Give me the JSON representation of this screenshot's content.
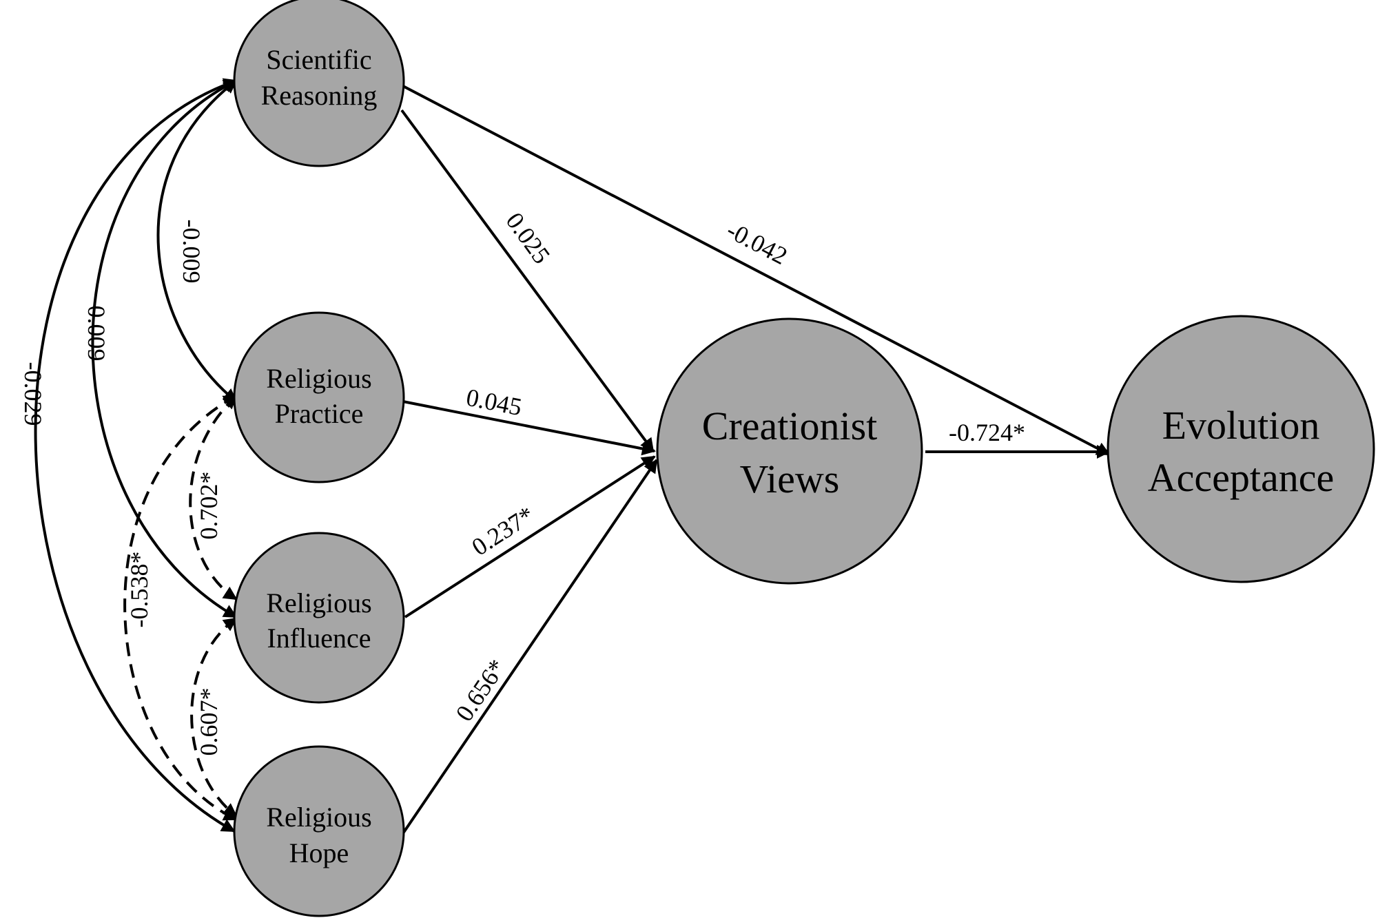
{
  "nodes": {
    "scientific_reasoning": {
      "line1": "Scientific",
      "line2": "Reasoning"
    },
    "religious_practice": {
      "line1": "Religious",
      "line2": "Practice"
    },
    "religious_influence": {
      "line1": "Religious",
      "line2": "Influence"
    },
    "religious_hope": {
      "line1": "Religious",
      "line2": "Hope"
    },
    "creationist_views": {
      "line1": "Creationist",
      "line2": "Views"
    },
    "evolution_acceptance": {
      "line1": "Evolution",
      "line2": "Acceptance"
    }
  },
  "paths": {
    "sr_to_cv": "0.025",
    "sr_to_ea": "-0.042",
    "rp_to_cv": "0.045",
    "ri_to_cv": "0.237*",
    "rh_to_cv": "0.656*",
    "cv_to_ea": "-0.724*"
  },
  "correlations": {
    "sr_rp": "-0.009",
    "sr_ri": "0.009",
    "sr_rh": "-0.029",
    "rp_ri": "0.702*",
    "rp_rh": "-0.538*",
    "ri_rh": "0.607*"
  },
  "colors": {
    "node_fill": "#a6a6a6",
    "stroke": "#000000",
    "background": "#ffffff"
  }
}
